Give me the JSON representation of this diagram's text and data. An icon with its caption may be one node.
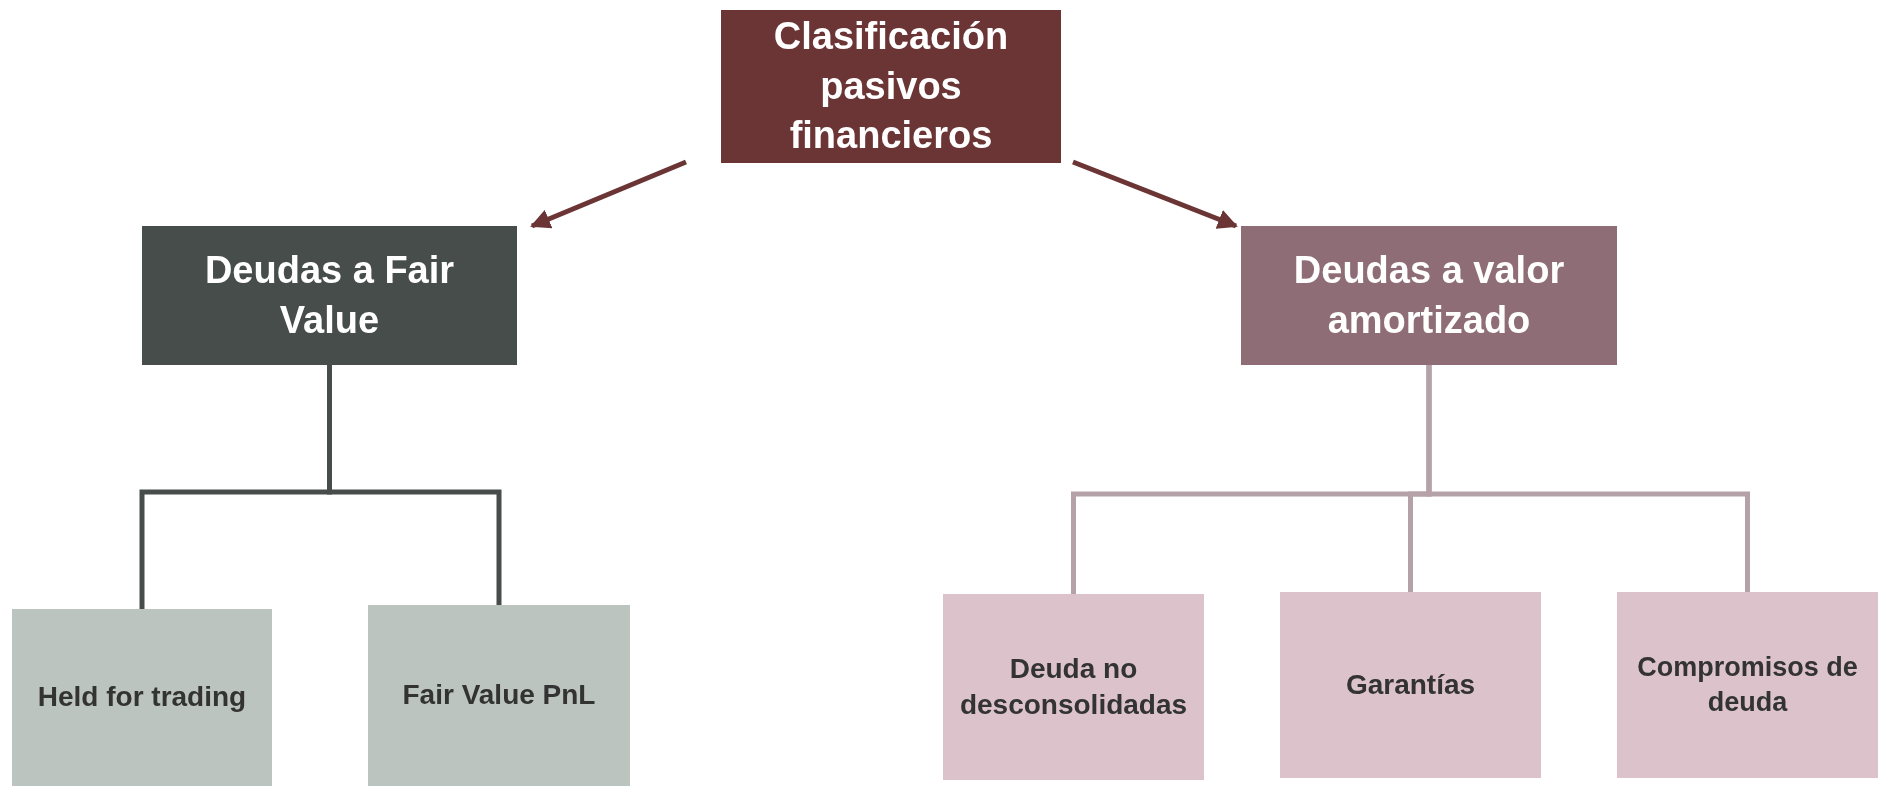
{
  "diagram": {
    "nodes": [
      {
        "text": [
          "Clasificación pasivos financieros"
        ]
      },
      {
        "text": [
          "Deudas a Fair Value"
        ]
      },
      {
        "text": [
          "Deudas a valor amortizado"
        ]
      },
      {
        "text": [
          "Held for trading"
        ]
      },
      {
        "text": [
          "Fair Value PnL"
        ]
      },
      {
        "text": [
          "Deuda no desconsolidadas"
        ]
      },
      {
        "text": [
          "Garantías"
        ]
      },
      {
        "text": [
          "Compromisos de deuda"
        ]
      }
    ],
    "edges": [
      {
        "from": 0,
        "to": 1,
        "arrow": "to",
        "color": "#6b3535"
      },
      {
        "from": 0,
        "to": 2,
        "arrow": "to",
        "color": "#6b3535"
      },
      {
        "from": 1,
        "to": 3,
        "arrow": "none",
        "color": "#474d4a"
      },
      {
        "from": 1,
        "to": 4,
        "arrow": "none",
        "color": "#474d4a"
      },
      {
        "from": 2,
        "to": 5,
        "arrow": "none",
        "color": "#b5a1a8"
      },
      {
        "from": 2,
        "to": 6,
        "arrow": "none",
        "color": "#b5a1a8"
      },
      {
        "from": 2,
        "to": 7,
        "arrow": "none",
        "color": "#b5a1a8"
      }
    ]
  }
}
